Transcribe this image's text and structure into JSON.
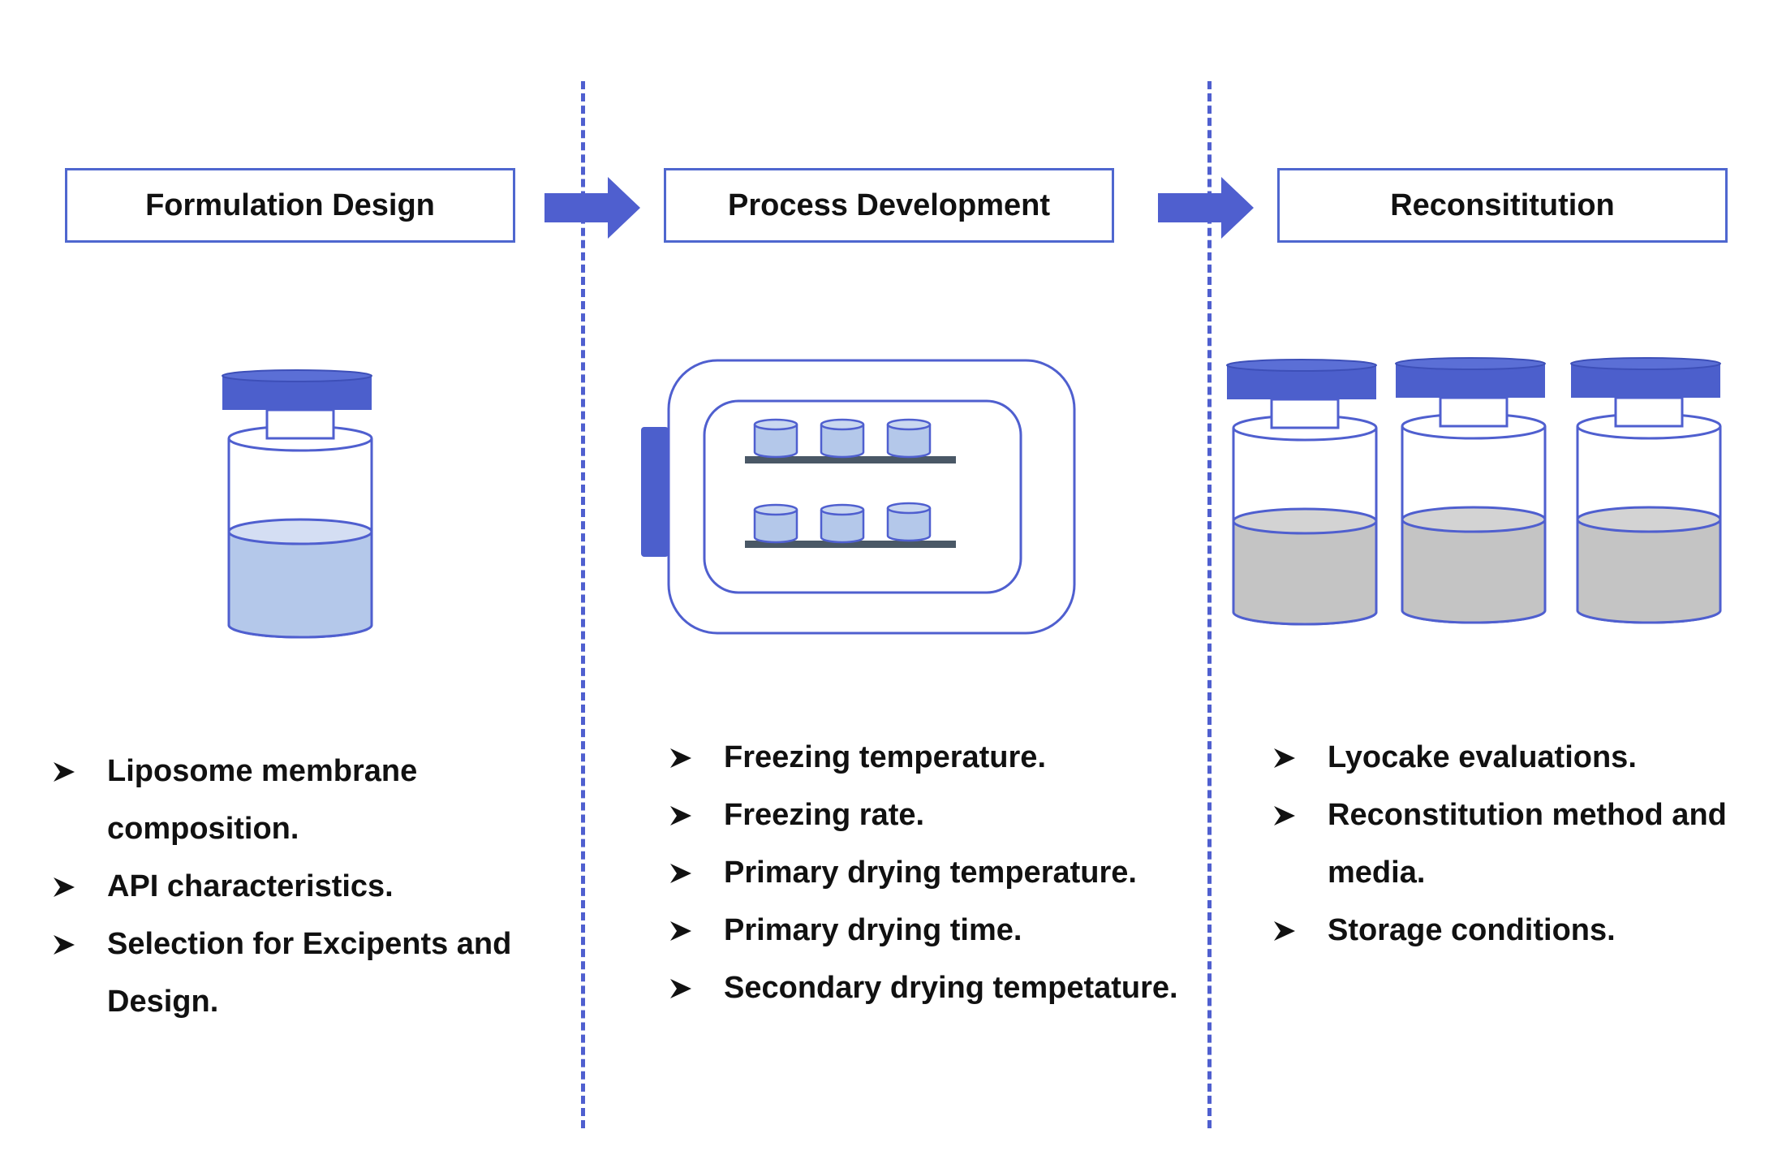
{
  "colors": {
    "accent": "#4f5fcf",
    "cap": "#4c5fcc",
    "liquid_blue": "#b4c8ea",
    "liquid_grey": "#c4c4c4",
    "shelf": "#4a5866"
  },
  "stages": [
    {
      "title": "Formulation Design",
      "bullets": [
        "Liposome membrane composition.",
        "API characteristics.",
        "Selection for Excipents and Design."
      ]
    },
    {
      "title": "Process Development",
      "bullets": [
        "Freezing temperature.",
        "Freezing rate.",
        "Primary drying temperature.",
        "Primary drying time.",
        "Secondary drying tempetature."
      ]
    },
    {
      "title": "Reconsititution",
      "bullets": [
        "Lyocake evaluations.",
        "Reconstitution method and media.",
        "Storage conditions."
      ]
    }
  ],
  "icons": {
    "arrow": "right-arrow-icon",
    "bullet": "arrowhead-bullet-icon",
    "vial": "vial-icon",
    "freeze_dryer": "freeze-dryer-icon"
  }
}
